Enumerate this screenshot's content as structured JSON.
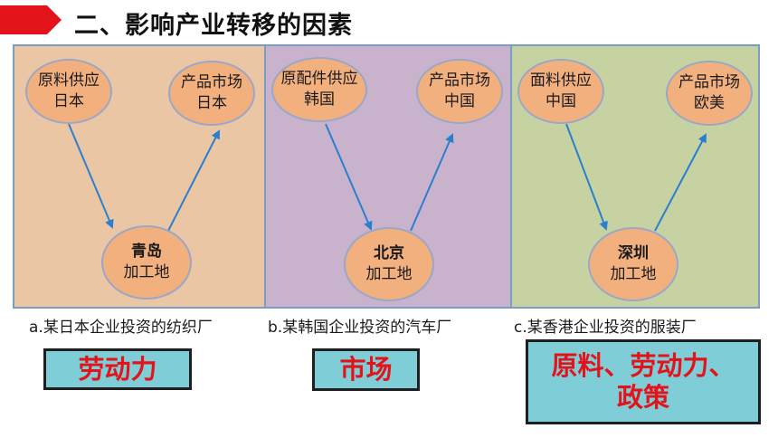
{
  "header": {
    "title": "二、影响产业转移的因素"
  },
  "colors": {
    "title_arrow": "#e3131b",
    "arrow": "#2a7fd0",
    "answer_text": "#e3131b",
    "answer_fill": "#7fcdd6"
  },
  "panels": [
    {
      "source": {
        "line1": "原料供应",
        "line2": "日本"
      },
      "market": {
        "line1": "产品市场",
        "line2": "日本"
      },
      "site": {
        "line1": "青岛",
        "line2": "加工地"
      },
      "caption": "a.某日本企业投资的纺织厂",
      "answer": {
        "line1": "劳动力",
        "line2": ""
      }
    },
    {
      "source": {
        "line1": "原配件供应",
        "line2": "韩国"
      },
      "market": {
        "line1": "产品市场",
        "line2": "中国"
      },
      "site": {
        "line1": "北京",
        "line2": "加工地"
      },
      "caption": "b.某韩国企业投资的汽车厂",
      "answer": {
        "line1": "市场",
        "line2": ""
      }
    },
    {
      "source": {
        "line1": "面料供应",
        "line2": "中国"
      },
      "market": {
        "line1": "产品市场",
        "line2": "欧美"
      },
      "site": {
        "line1": "深圳",
        "line2": "加工地"
      },
      "caption": "c.某香港企业投资的服装厂",
      "answer": {
        "line1": "原料、劳动力、",
        "line2": "政策"
      }
    }
  ]
}
